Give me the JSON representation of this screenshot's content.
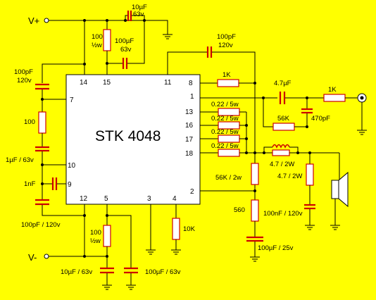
{
  "ic": {
    "name": "STK 4048",
    "pins": {
      "p1": "1",
      "p2": "2",
      "p3": "3",
      "p4": "4",
      "p5": "5",
      "p7": "7",
      "p8": "8",
      "p9": "9",
      "p10": "10",
      "p11": "11",
      "p12": "12",
      "p13": "13",
      "p14": "14",
      "p15": "15",
      "p16": "16",
      "p17": "17",
      "p18": "18"
    }
  },
  "supply": {
    "vplus": "V+",
    "vminus": "V-"
  },
  "labels": {
    "c_top_10u": [
      "10µF",
      "63v"
    ],
    "r_top_100": [
      "100",
      "½w"
    ],
    "c_top_100u": [
      "100µF",
      "63v"
    ],
    "c_100p_top": [
      "100pF",
      "120v"
    ],
    "c_100p_left": [
      "100pF",
      "120v"
    ],
    "r_100_left": "100",
    "c_1u_left": "1µF / 63v",
    "c_1n": "1nF",
    "c_100p_bot": "100pF / 120v",
    "r_bot_100": [
      "100",
      "½w"
    ],
    "c_bot_10u": "10µF / 63v",
    "c_bot_100u": "100µF / 63v",
    "r_10k": "10K",
    "r_1k_pin8": "1K",
    "c_4u7": "4.7µF",
    "r_1k_in": "1K",
    "c_470p": "470pF",
    "r_56k": "56K",
    "r_022_13": "0.22 / 5w",
    "r_022_16": "0.22 / 5w",
    "r_022_17": "0.22 / 5w",
    "r_022_18": "0.22 / 5w",
    "l_47": "4.7 / 2W",
    "r_47": "4.7 / 2W",
    "r_56k2w": "56K / 2w",
    "r_560": "560",
    "c_100n": "100nF / 120v",
    "c_100u_25": "100µF / 25v"
  },
  "colors": {
    "background": "#ffff00",
    "component": "#cc0000",
    "wire": "#000000"
  }
}
